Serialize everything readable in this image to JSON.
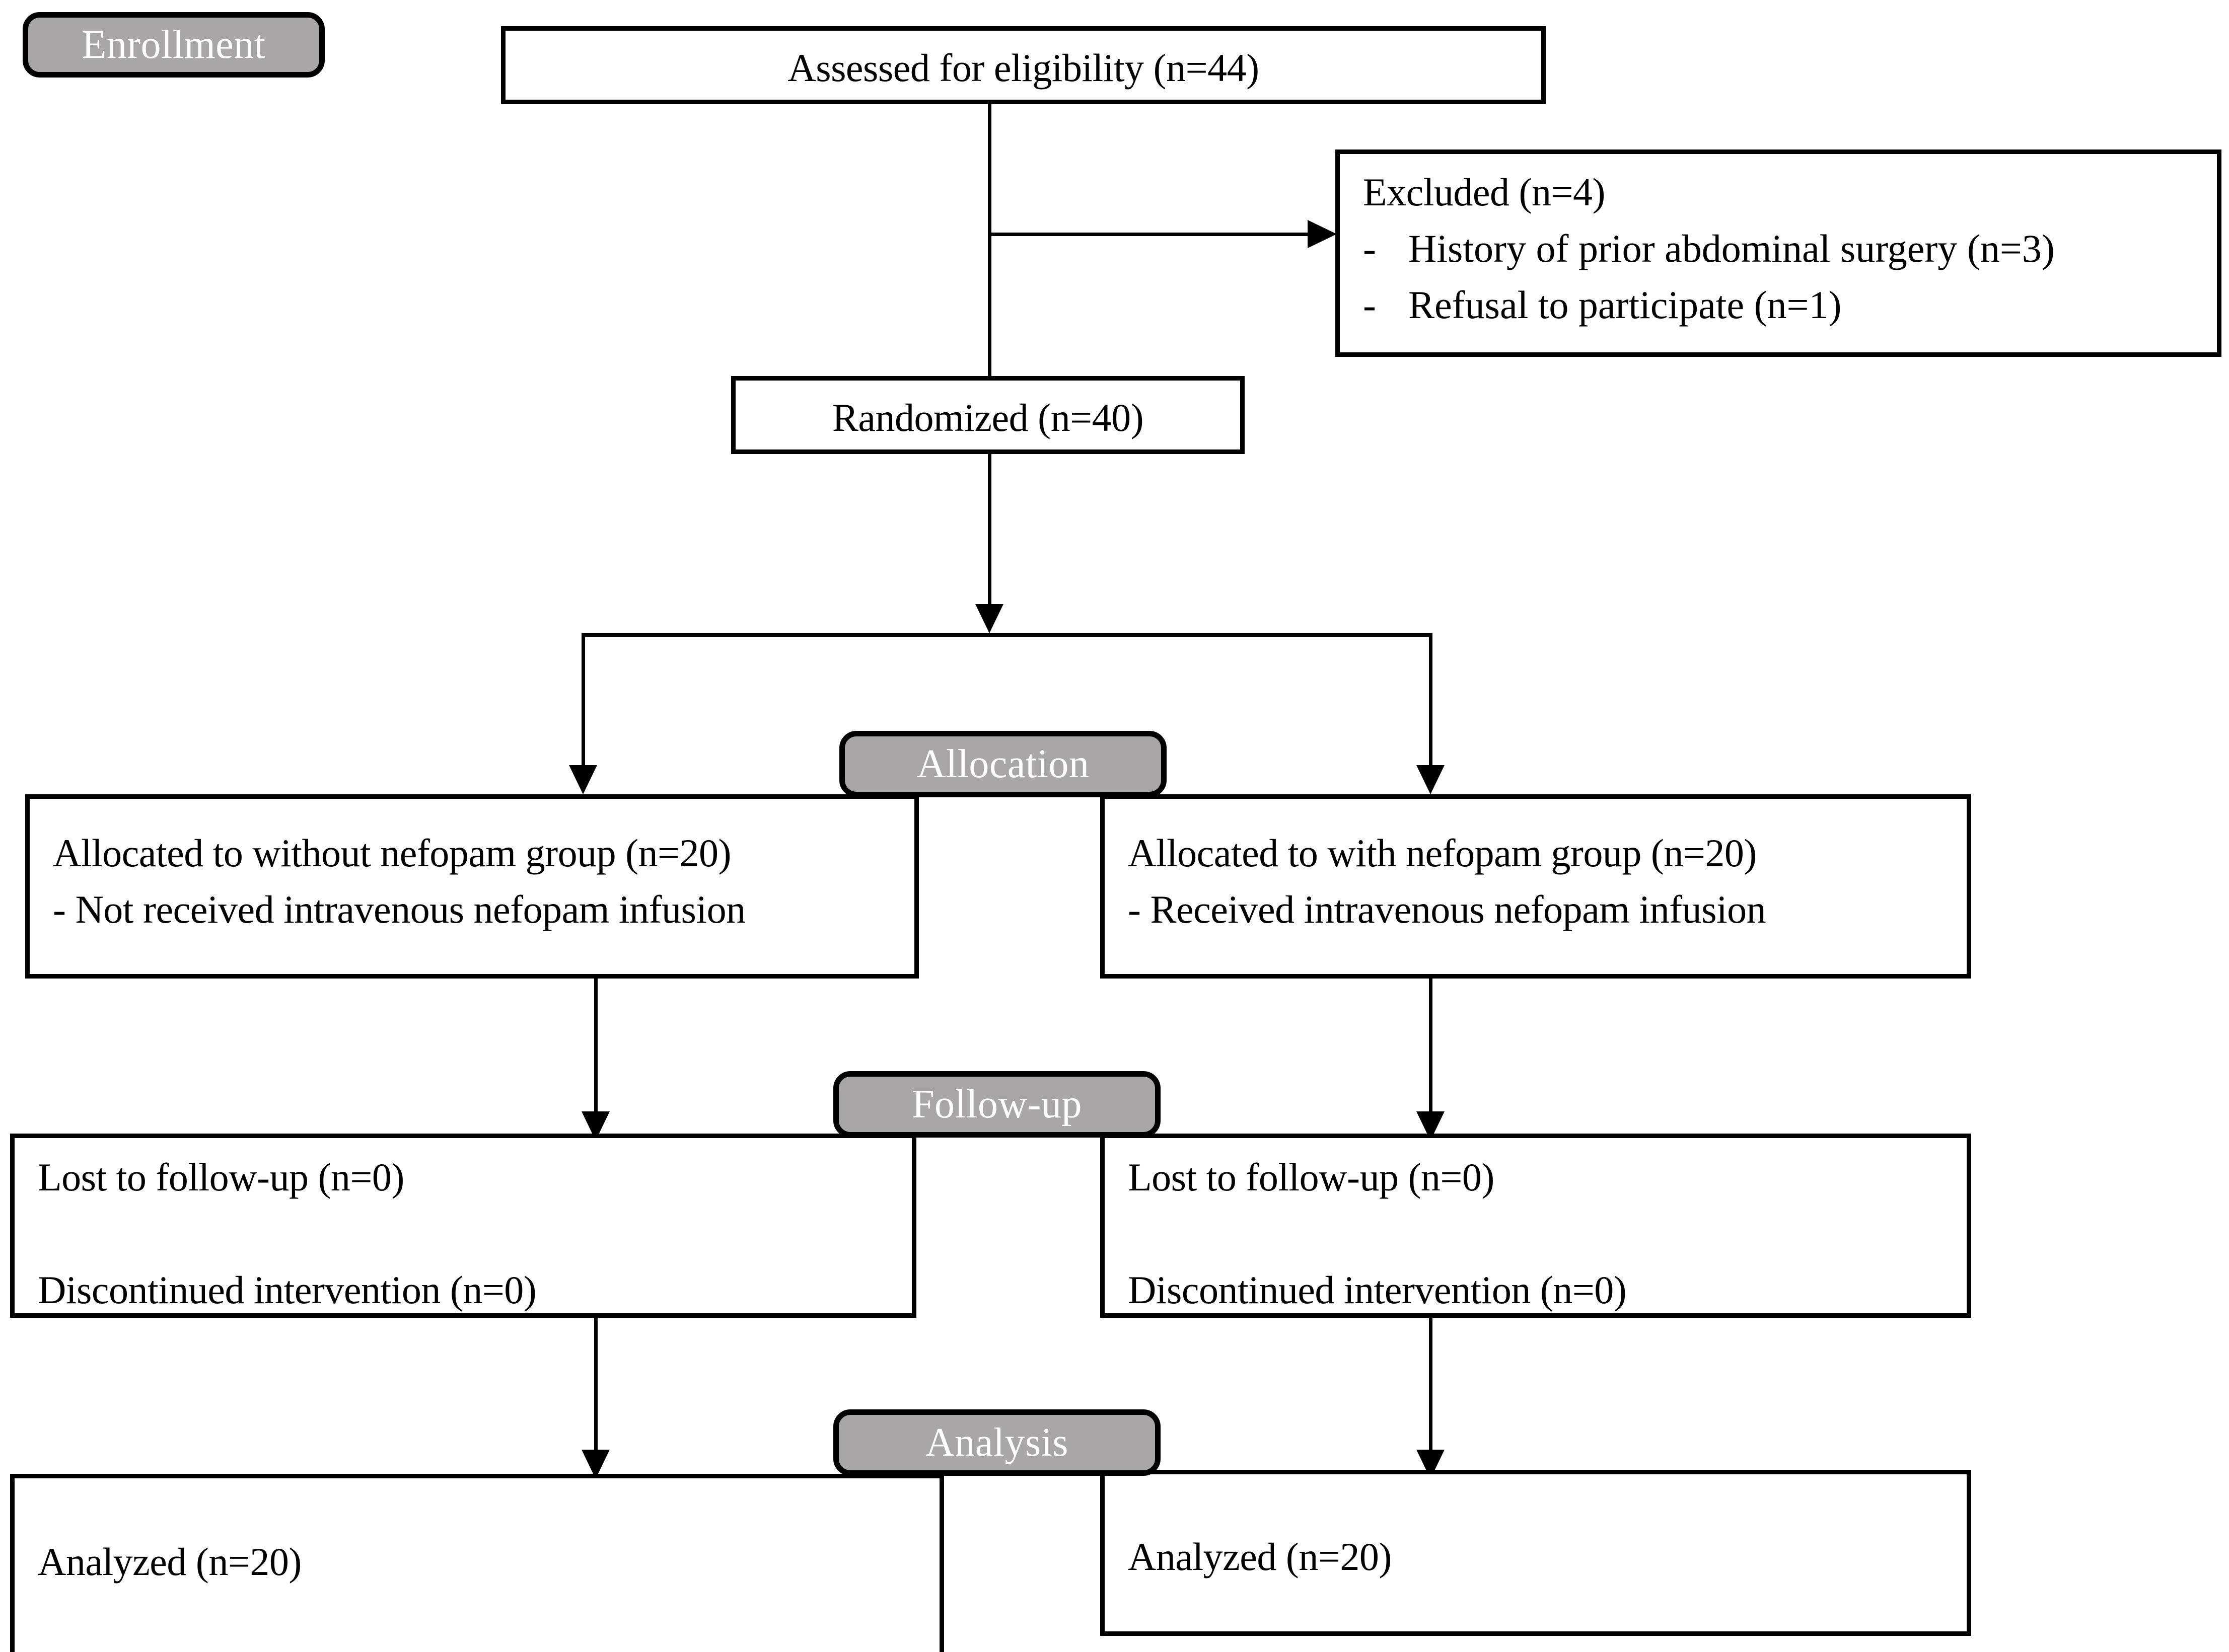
{
  "diagram": {
    "type": "consort-flow-diagram",
    "colors": {
      "stage_pill_fill": "#a8a6a6",
      "stage_pill_text": "#ffffff",
      "box_border": "#000000",
      "box_fill": "#ffffff",
      "text": "#000000"
    }
  },
  "stages": [
    {
      "id": "enrollment",
      "label": "Enrollment"
    },
    {
      "id": "allocation",
      "label": "Allocation"
    },
    {
      "id": "followup",
      "label": "Follow-up"
    },
    {
      "id": "analysis",
      "label": "Analysis"
    }
  ],
  "nodes": {
    "assessed": {
      "text": "Assessed for eligibility (n=44)",
      "n": 44
    },
    "excluded": {
      "title": "Excluded (n=4)",
      "n": 4,
      "reasons": [
        {
          "marker": "-",
          "text": "History of prior abdominal surgery (n=3)",
          "n": 3
        },
        {
          "marker": "-",
          "text": "Refusal to participate (n=1)",
          "n": 1
        }
      ]
    },
    "randomized": {
      "text": "Randomized (n=40)",
      "n": 40
    },
    "alloc_left": {
      "line1": "Allocated to without nefopam group (n=20)",
      "line2": "- Not received intravenous nefopam infusion",
      "n": 20
    },
    "alloc_right": {
      "line1": "Allocated to with nefopam group (n=20)",
      "line2": "- Received intravenous nefopam infusion",
      "n": 20
    },
    "follow_left": {
      "line1": "Lost to follow-up (n=0)",
      "line2": "Discontinued intervention (n=0)",
      "lost_n": 0,
      "discontinued_n": 0
    },
    "follow_right": {
      "line1": "Lost to follow-up (n=0)",
      "line2": "Discontinued intervention (n=0)",
      "lost_n": 0,
      "discontinued_n": 0
    },
    "analysis_left": {
      "text": "Analyzed (n=20)",
      "n": 20
    },
    "analysis_right": {
      "text": "Analyzed (n=20)",
      "n": 20
    }
  }
}
